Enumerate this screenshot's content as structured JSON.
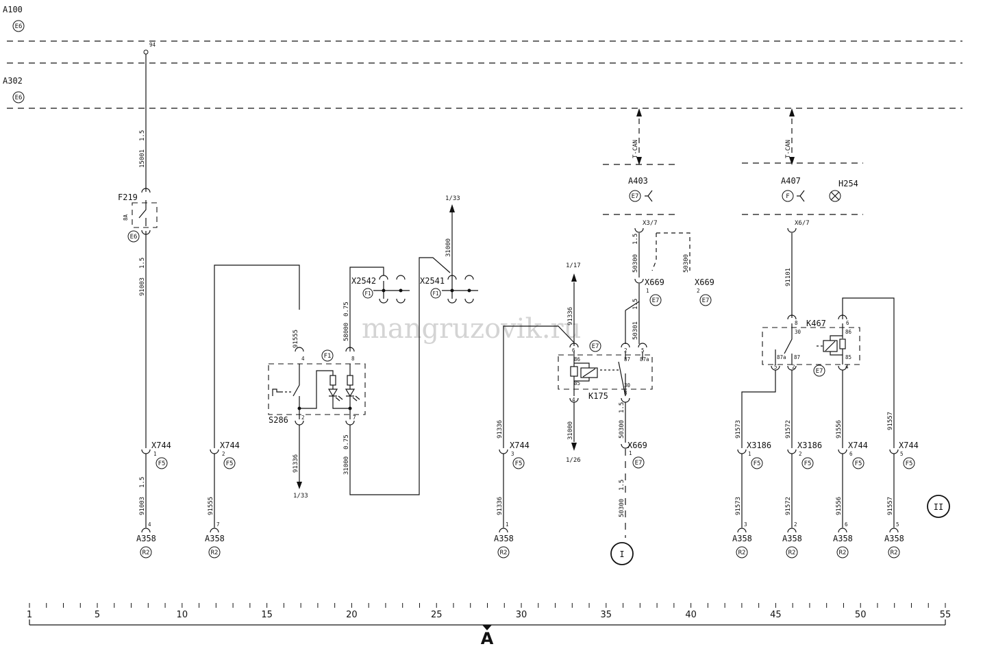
{
  "bus_labels": {
    "a100": "A100",
    "a302": "A302",
    "e6": "E6",
    "pin94": "94"
  },
  "can": {
    "left": "T-CAN",
    "right": "T-CAN"
  },
  "wires": {
    "w15001": "15001",
    "w91003a": "91003",
    "w91003b": "91003",
    "cs15": "1.5",
    "w91555a": "91555",
    "w91555b": "91555",
    "w91336a": "91336",
    "w91336b": "91336",
    "w91336c": "91336",
    "w58000": "58000",
    "cs075": "0.75",
    "w31000a": "31000",
    "w31000b": "31000",
    "w31000c": "31000",
    "w50300a": "50300",
    "w50300b": "50300",
    "w50300c": "50300",
    "w50300d": "50300",
    "w50301": "50301",
    "w91101": "91101",
    "w91573a": "91573",
    "w91573b": "91573",
    "w91572a": "91572",
    "w91572b": "91572",
    "w91556a": "91556",
    "w91556b": "91556",
    "w91557a": "91557",
    "w91557b": "91557"
  },
  "components": {
    "f219": "F219",
    "f219_rating": "8A",
    "s286": "S286",
    "x2542": "X2542",
    "x2541": "X2541",
    "k175": "K175",
    "k467": "K467",
    "a403": "A403",
    "a407": "A407",
    "h254": "H254",
    "x744": "X744",
    "x3186": "X3186",
    "x669": "X669",
    "x37": "X3/7",
    "x67": "X6/7",
    "a358": "A358"
  },
  "locations": {
    "e6": "E6",
    "e7": "E7",
    "f1": "F1",
    "f5": "F5",
    "r2": "R2",
    "f": "F"
  },
  "refs": {
    "r133": "1/33",
    "r117": "1/17",
    "r126": "1/26"
  },
  "pins": {
    "p1": "1",
    "p2": "2",
    "p3": "3",
    "p4": "4",
    "p5": "5",
    "p6": "6",
    "p7": "7",
    "p8": "8",
    "p30": "30",
    "p85": "85",
    "p86": "86",
    "p87": "87",
    "p87a": "87a"
  },
  "markers": {
    "one": "I",
    "two": "II"
  },
  "ruler": {
    "min": 1,
    "max": 55,
    "labels": [
      "1",
      "5",
      "10",
      "15",
      "20",
      "25",
      "30",
      "35",
      "40",
      "45",
      "50",
      "55"
    ],
    "title": "A"
  },
  "watermark": "mangruzovik.ru"
}
